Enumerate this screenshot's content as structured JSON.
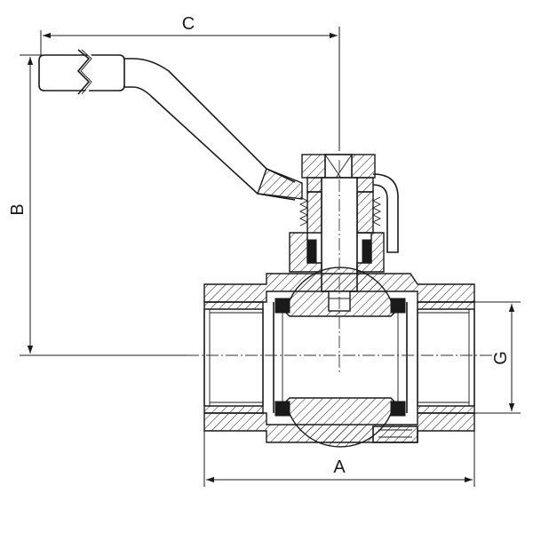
{
  "dimensions": {
    "A": "A",
    "B": "B",
    "C": "C",
    "G": "G"
  }
}
